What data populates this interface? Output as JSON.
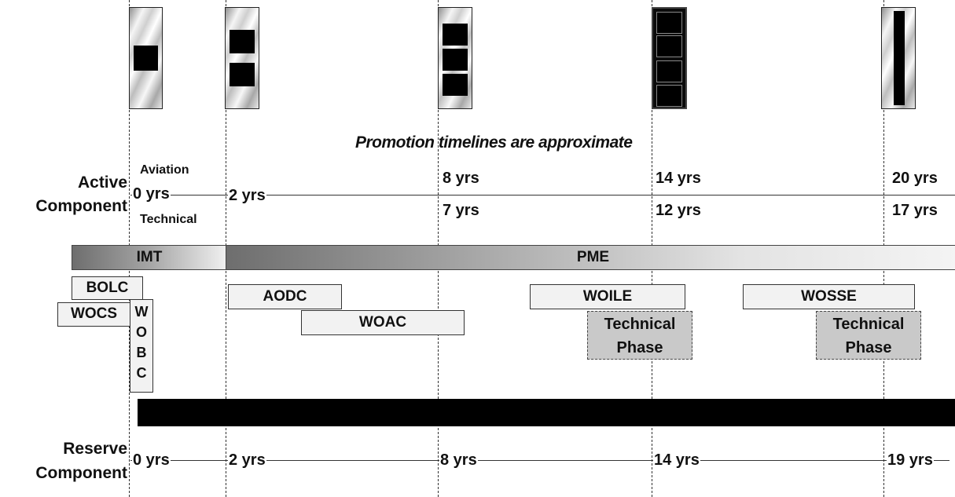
{
  "note": "Promotion timelines are approximate",
  "rows": {
    "active": {
      "label_line1": "Active",
      "label_line2": "Component"
    },
    "reserve": {
      "label_line1": "Reserve",
      "label_line2": "Component"
    }
  },
  "tracks": {
    "aviation": "Aviation",
    "technical": "Technical"
  },
  "active_aviation_years": [
    "0 yrs",
    "2 yrs",
    "8 yrs",
    "14 yrs",
    "20 yrs"
  ],
  "active_technical_years": [
    "7 yrs",
    "12 yrs",
    "17 yrs"
  ],
  "reserve_years": [
    "0 yrs",
    "2 yrs",
    "8 yrs",
    "14 yrs",
    "19 yrs"
  ],
  "bands": {
    "imt": "IMT",
    "pme": "PME"
  },
  "courses": {
    "bolc": "BOLC",
    "wocs": "WOCS",
    "wobc": [
      "W",
      "O",
      "B",
      "C"
    ],
    "aodc": "AODC",
    "woac": "WOAC",
    "woile": "WOILE",
    "wosse": "WOSSE",
    "technical_phase_1": [
      "Technical",
      "Phase"
    ],
    "technical_phase_2": [
      "Technical",
      "Phase"
    ]
  },
  "rank_insignia": [
    "wo1-insignia",
    "cw2-insignia",
    "cw3-insignia",
    "cw4-insignia",
    "cw5-insignia"
  ],
  "colors": {
    "band_dark": "#6e6e6e",
    "band_light": "#f0f0f0",
    "reserve_bar": "#000000",
    "phase_fill": "#c9c9c9"
  }
}
